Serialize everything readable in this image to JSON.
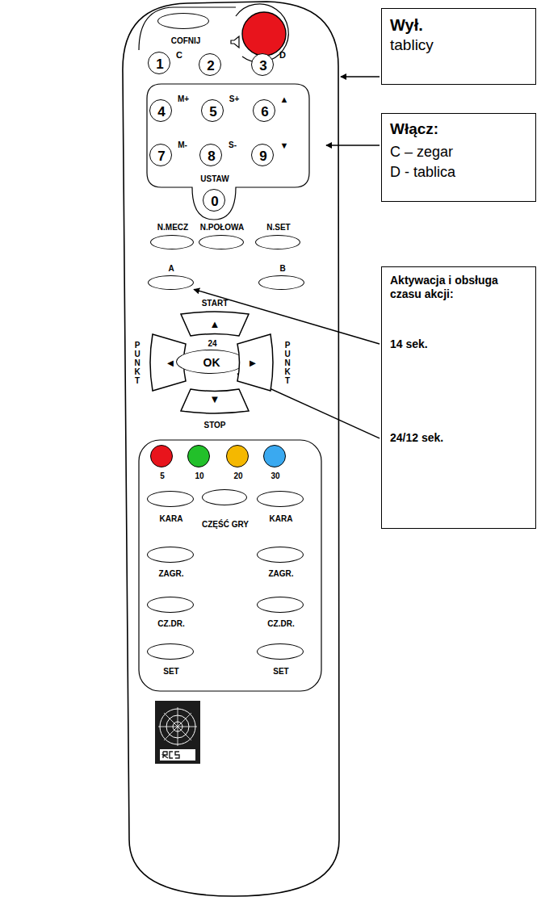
{
  "diagram": {
    "nodes": [
      {
        "text": [
          "COFNIJ"
        ]
      },
      {
        "text": [
          "1",
          "C"
        ]
      },
      {
        "text": [
          "2"
        ]
      },
      {
        "text": [
          "3",
          "D"
        ]
      },
      {
        "text": [
          "4",
          "M+"
        ]
      },
      {
        "text": [
          "5",
          "S+"
        ]
      },
      {
        "text": [
          "6",
          "▲"
        ]
      },
      {
        "text": [
          "7",
          "M-"
        ]
      },
      {
        "text": [
          "8",
          "S-"
        ]
      },
      {
        "text": [
          "9",
          "▼"
        ]
      },
      {
        "text": [
          "0",
          "USTAW"
        ]
      },
      {
        "text": [
          "N.MECZ"
        ]
      },
      {
        "text": [
          "N.POŁOWA"
        ]
      },
      {
        "text": [
          "N.SET"
        ]
      },
      {
        "text": [
          "A"
        ]
      },
      {
        "text": [
          "B"
        ]
      },
      {
        "text": [
          "▲",
          "START"
        ]
      },
      {
        "text": [
          "◄",
          "PUNKT"
        ]
      },
      {
        "text": [
          "OK",
          "24"
        ]
      },
      {
        "text": [
          "►",
          "PUNKT"
        ]
      },
      {
        "text": [
          "▼",
          "STOP"
        ]
      },
      {
        "text": [
          "5"
        ]
      },
      {
        "text": [
          "10"
        ]
      },
      {
        "text": [
          "20"
        ]
      },
      {
        "text": [
          "30"
        ]
      },
      {
        "text": [
          "KARA"
        ]
      },
      {
        "text": [
          "CZĘŚĆ GRY"
        ]
      },
      {
        "text": [
          "KARA"
        ]
      },
      {
        "text": [
          "ZAGR."
        ]
      },
      {
        "text": [
          "ZAGR."
        ]
      },
      {
        "text": [
          "CZ.DR."
        ]
      },
      {
        "text": [
          "CZ.DR."
        ]
      },
      {
        "text": [
          "SET"
        ]
      },
      {
        "text": [
          "SET"
        ]
      },
      {
        "text": [
          "Wył.",
          "tablicy"
        ]
      },
      {
        "text": [
          "Włącz:",
          "C – zegar",
          "D - tablica"
        ]
      },
      {
        "text": [
          "Aktywacja i obsługa czasu akcji:",
          "14 sek.",
          "24/12 sek."
        ]
      }
    ],
    "edges": [
      {
        "from": 36,
        "to": 14,
        "arrow": "to"
      },
      {
        "from": 36,
        "to": 18,
        "arrow": "to"
      }
    ]
  }
}
